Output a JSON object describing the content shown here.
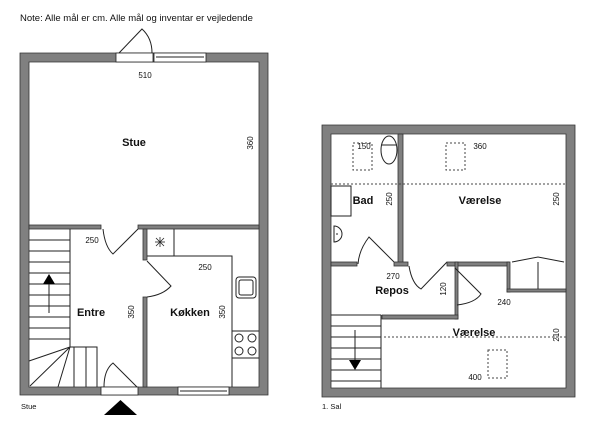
{
  "note": "Note: Alle mål er cm. Alle mål og inventar er vejledende",
  "ground_floor": {
    "label": "Stue",
    "rooms": {
      "stue": "Stue",
      "entre": "Entre",
      "kokken": "Køkken"
    },
    "dims": {
      "stue_w": "510",
      "stue_h": "360",
      "entre_w": "250",
      "entre_h": "350",
      "kokken_w": "250",
      "kokken_h": "350"
    }
  },
  "first_floor": {
    "label": "1. Sal",
    "rooms": {
      "bad": "Bad",
      "vaerelse1": "Værelse",
      "repos": "Repos",
      "vaerelse2": "Værelse"
    },
    "dims": {
      "bad_w": "150",
      "bad_h": "250",
      "v1_w": "360",
      "v1_h": "250",
      "repos_w": "270",
      "repos_h": "120",
      "v2_w": "240",
      "v2_h": "210",
      "v2_w2": "400"
    }
  }
}
